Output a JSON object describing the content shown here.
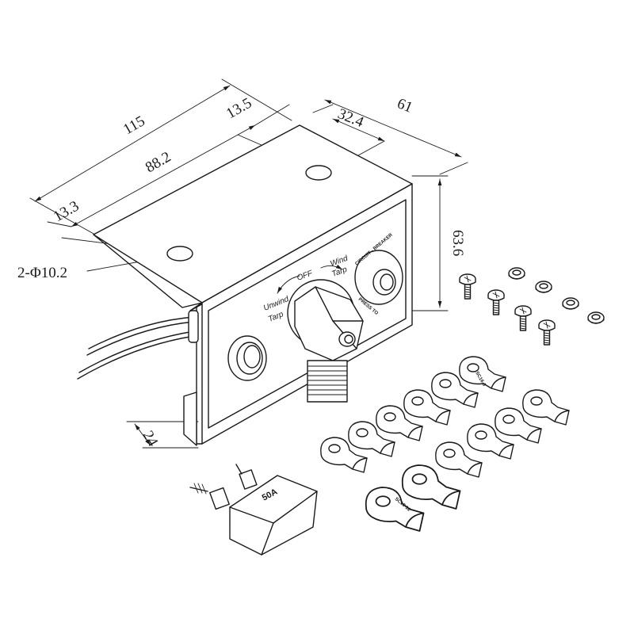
{
  "dimensions": {
    "overall_width": "115",
    "hole_spacing": "88.2",
    "right_offset": "13.5",
    "left_offset": "13.3",
    "depth": "61",
    "hole_depth_offset": "32.4",
    "height": "63.6",
    "flange": "24",
    "holes": "2-Φ10.2"
  },
  "panel_labels": {
    "off": "OFF",
    "wind_line1": "Wind",
    "wind_line2": "Tarp",
    "unwind_line1": "Unwind",
    "unwind_line2": "Tarp",
    "breaker_top": "CIRCUIT - BREAKER",
    "breaker_bottom": "PRESS TO"
  },
  "accessories": {
    "breaker_rating": "50A",
    "lug_small": "SC16-6",
    "lug_large": "SC16-12"
  }
}
